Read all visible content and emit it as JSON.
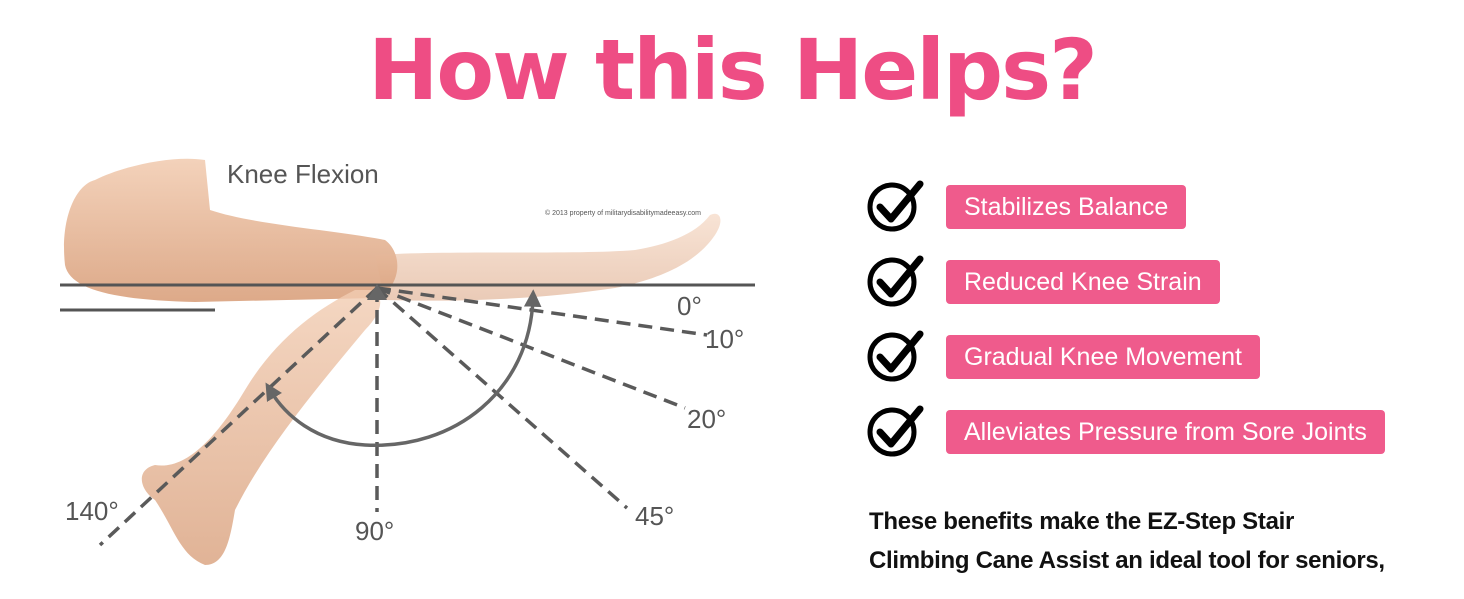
{
  "headline": "How this Helps?",
  "diagram": {
    "title": "Knee Flexion",
    "copyright": "© 2013 property of militarydisabilitymadeeasy.com",
    "angles": [
      "0°",
      "10°",
      "20°",
      "45°",
      "90°",
      "140°"
    ]
  },
  "benefits": [
    {
      "label": "Stabilizes Balance",
      "icon": "checkmark-circle-icon"
    },
    {
      "label": "Reduced Knee Strain",
      "icon": "checkmark-circle-icon"
    },
    {
      "label": "Gradual Knee Movement",
      "icon": "checkmark-circle-icon"
    },
    {
      "label": "Alleviates Pressure from Sore Joints",
      "icon": "checkmark-circle-icon"
    }
  ],
  "summary": {
    "line1": "These benefits make the EZ-Step Stair",
    "line2": "Climbing Cane Assist an ideal tool for seniors,"
  },
  "colors": {
    "accent": "#ee4d84",
    "pill": "#ef5b8c",
    "skin": "#e9b898",
    "line": "#555555"
  }
}
